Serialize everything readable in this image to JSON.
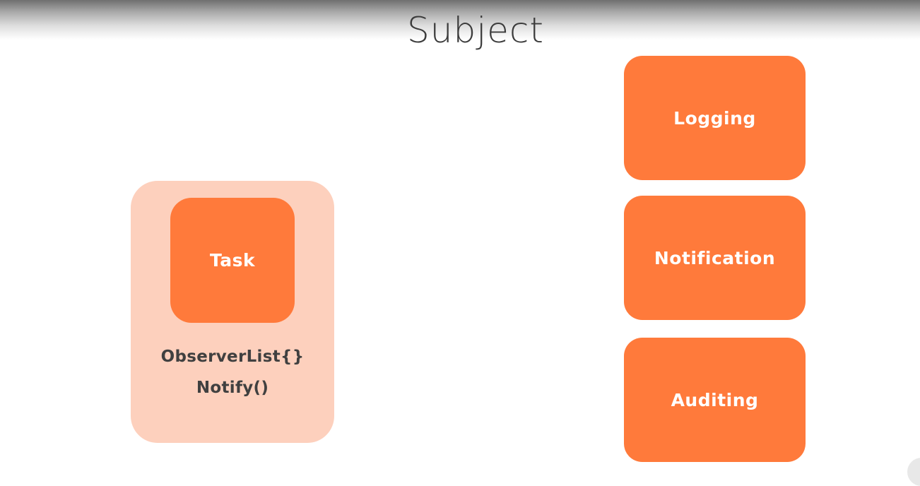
{
  "slide": {
    "title": "Subject"
  },
  "subject": {
    "task_label": "Task",
    "members": [
      "ObserverList{}",
      "Notify()"
    ]
  },
  "observers": [
    "Logging",
    "Notification",
    "Auditing"
  ],
  "colors": {
    "accent_orange": "#ff7a3b",
    "subject_background": "#fdd0bd",
    "title_text": "#3b3b3b",
    "member_text": "#404040"
  }
}
